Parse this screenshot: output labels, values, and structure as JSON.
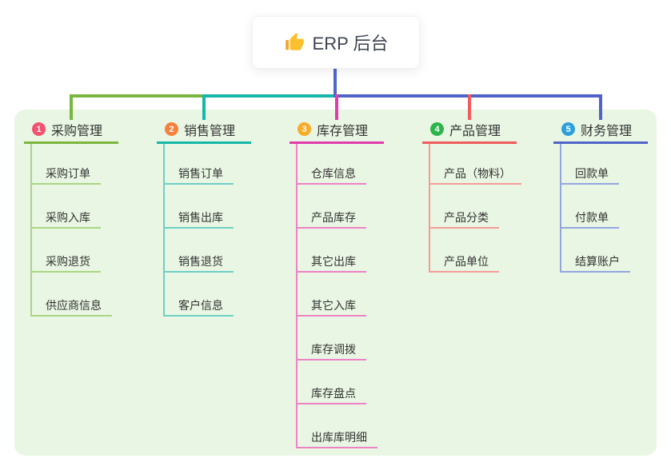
{
  "root": {
    "label": "ERP 后台",
    "icon": "thumbs-up-icon"
  },
  "colors": {
    "root_line": "#5365cb",
    "panel_bg": "#e9f6e3",
    "text": "#333333",
    "root_text": "#3c4453",
    "card_bg": "#ffffff",
    "icon_yellow": "#fbc02d",
    "icon_cuff": "#f0a830"
  },
  "branches": [
    {
      "badge": "1",
      "label": "采购管理",
      "badge_color": "#f4516f",
      "line_color": "#7ab53e",
      "light_color": "#a9d584",
      "children": [
        "采购订单",
        "采购入库",
        "采购退货",
        "供应商信息"
      ]
    },
    {
      "badge": "2",
      "label": "销售管理",
      "badge_color": "#f6813c",
      "line_color": "#16b7a9",
      "light_color": "#6fcfc6",
      "children": [
        "销售订单",
        "销售出库",
        "销售退货",
        "客户信息"
      ]
    },
    {
      "badge": "3",
      "label": "库存管理",
      "badge_color": "#f8ac28",
      "line_color": "#e23cac",
      "light_color": "#ef82c6",
      "children": [
        "仓库信息",
        "产品库存",
        "其它出库",
        "其它入库",
        "库存调拨",
        "库存盘点",
        "出库库明细"
      ]
    },
    {
      "badge": "4",
      "label": "产品管理",
      "badge_color": "#2cb54a",
      "line_color": "#f15b5b",
      "light_color": "#f59c98",
      "children": [
        "产品（物料）",
        "产品分类",
        "产品单位"
      ]
    },
    {
      "badge": "5",
      "label": "财务管理",
      "badge_color": "#2da0dc",
      "line_color": "#4f63c9",
      "light_color": "#93a6e0",
      "children": [
        "回款单",
        "付款单",
        "结算账户"
      ]
    }
  ]
}
